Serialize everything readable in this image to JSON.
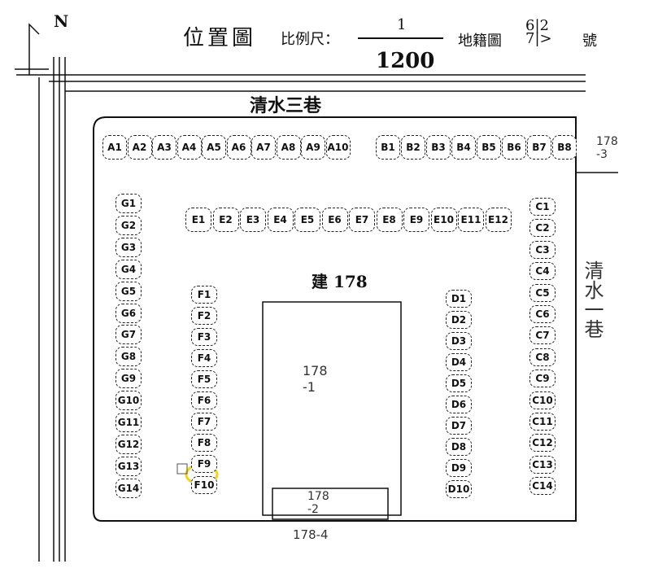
{
  "header": {
    "title": "位置圖",
    "scale_label": "比例尺：",
    "scale_numerator": "1",
    "scale_denominator": "1200",
    "cadastral_label": "地籍圖",
    "cadastral_fraction_top": "6|2",
    "cadastral_fraction_bottom": "7|>",
    "number_suffix": "號"
  },
  "north_label": "N",
  "roads": {
    "north": "清水三巷",
    "east": "清水一巷"
  },
  "building_label": "建 178",
  "parcels": {
    "center": "178\n-1",
    "bottom_center": "178\n-2",
    "top_right": "178\n-3",
    "bottom_outside": "178-4"
  },
  "lots": {
    "A": [
      "A1",
      "A2",
      "A3",
      "A4",
      "A5",
      "A6",
      "A7",
      "A8",
      "A9",
      "A10"
    ],
    "B": [
      "B1",
      "B2",
      "B3",
      "B4",
      "B5",
      "B6",
      "B7",
      "B8"
    ],
    "E": [
      "E1",
      "E2",
      "E3",
      "E4",
      "E5",
      "E6",
      "E7",
      "E8",
      "E9",
      "E10",
      "E11",
      "E12"
    ],
    "G": [
      "G1",
      "G2",
      "G3",
      "G4",
      "G5",
      "G6",
      "G7",
      "G8",
      "G9",
      "G10",
      "G11",
      "G12",
      "G13",
      "G14"
    ],
    "F": [
      "F1",
      "F2",
      "F3",
      "F4",
      "F5",
      "F6",
      "F7",
      "F8",
      "F9",
      "F10"
    ],
    "D": [
      "D1",
      "D2",
      "D3",
      "D4",
      "D5",
      "D6",
      "D7",
      "D8",
      "D9",
      "D10"
    ],
    "C": [
      "C1",
      "C2",
      "C3",
      "C4",
      "C5",
      "C6",
      "C7",
      "C8",
      "C9",
      "C10",
      "C11",
      "C12",
      "C13",
      "C14"
    ]
  },
  "highlight": {
    "lot": "F9",
    "color": "#f2d40f"
  }
}
